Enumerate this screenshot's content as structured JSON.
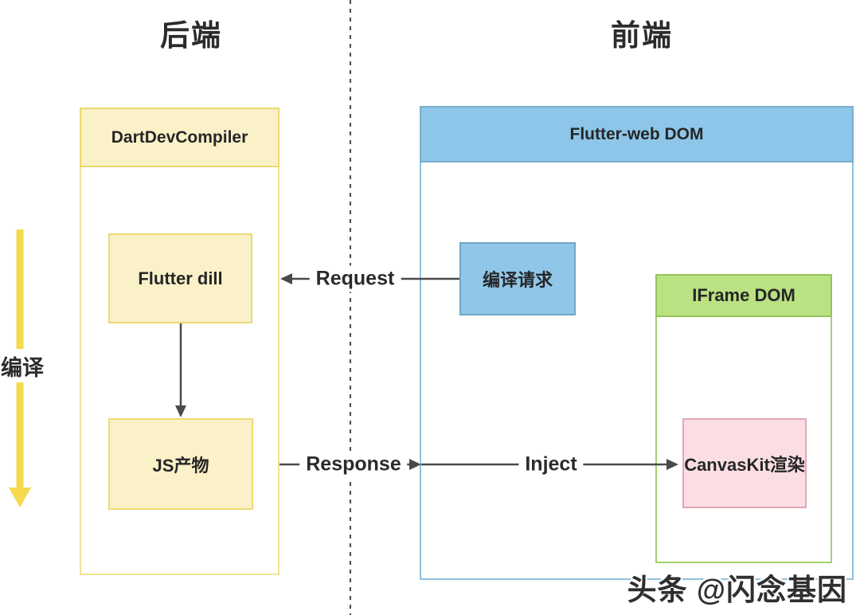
{
  "titles": {
    "backend": "后端",
    "frontend": "前端"
  },
  "backend": {
    "compiler_label": "DartDevCompiler",
    "flutter_dill_label": "Flutter dill",
    "js_output_label": "JS产物",
    "compile_flow_label": "编译"
  },
  "frontend": {
    "dom_label": "Flutter-web DOM",
    "compile_request_label": "编译请求",
    "iframe_label": "IFrame DOM",
    "canvaskit_label": "CanvasKit渲染"
  },
  "arrows": {
    "request": "Request",
    "response": "Response",
    "inject": "Inject"
  },
  "watermark": "头条 @闪念基因",
  "colors": {
    "yellow_fill": "#FAF1C9",
    "yellow_border": "#EBD96E",
    "blue_fill": "#8DC6E8",
    "blue_border": "#7BAECB",
    "green_fill": "#BAE182",
    "green_border": "#95C45B",
    "pink_fill": "#FADEE3",
    "pink_border": "#E3A8B2",
    "arrow_gray": "#4A4A4A",
    "compile_arrow_yellow": "#F5D94E",
    "divider_gray": "#4A4A4A"
  }
}
